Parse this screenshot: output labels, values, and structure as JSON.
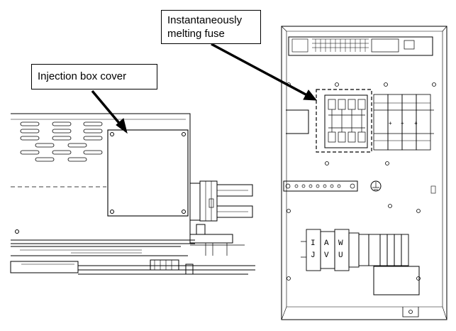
{
  "callouts": {
    "injection_box_cover": {
      "label": "Injection box cover"
    },
    "instantaneous_fuse": {
      "line1": "Instantaneously",
      "line2": "melting fuse"
    }
  },
  "marks": {
    "left_panel_line2": "J",
    "terminal_text": [
      "I",
      "J",
      "A",
      "V",
      "W",
      "U"
    ]
  },
  "colors": {
    "line": "#000000",
    "background": "#ffffff"
  }
}
